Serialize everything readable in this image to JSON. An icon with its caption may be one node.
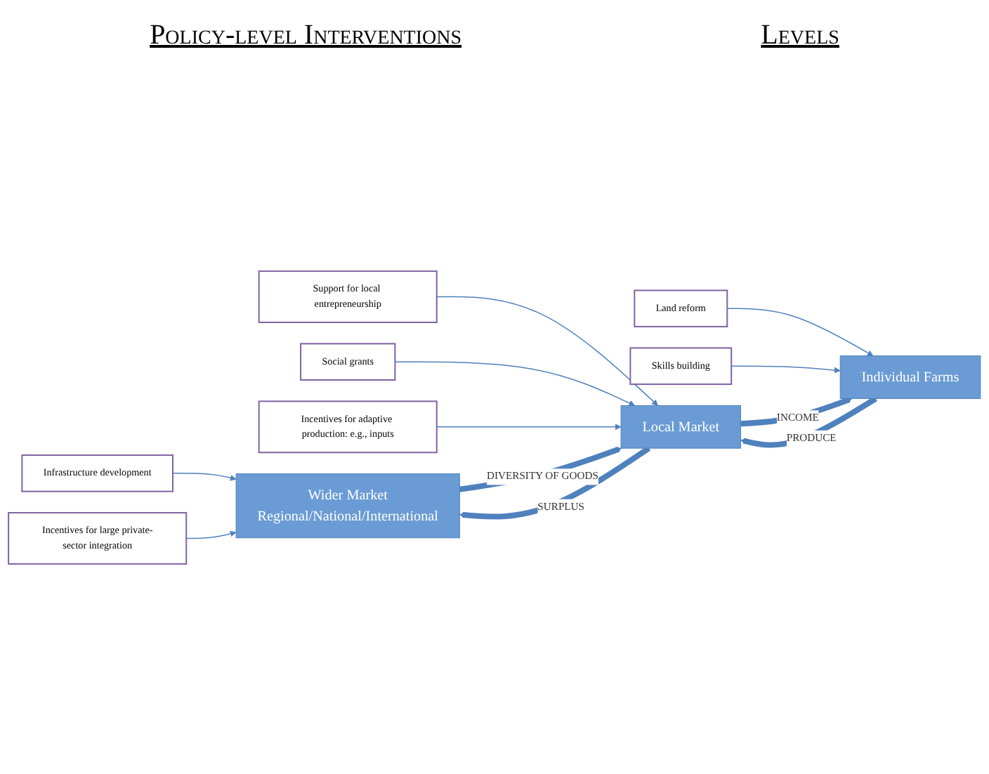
{
  "diagram": {
    "nodes": [
      {
        "text": [
          "Infrastructure development"
        ]
      },
      {
        "text": [
          "Incentives for large private-sector integration"
        ]
      },
      {
        "text": [
          "Support for local entrepreneurship"
        ]
      },
      {
        "text": [
          "Social grants"
        ]
      },
      {
        "text": [
          "Incentives for adaptive production: e.g., inputs"
        ]
      },
      {
        "text": [
          "Land reform"
        ]
      },
      {
        "text": [
          "Skills building"
        ]
      },
      {
        "text": [
          "Wider Market",
          "Regional/National/International"
        ]
      },
      {
        "text": [
          "Local Market"
        ]
      },
      {
        "text": [
          "Individual Farms"
        ]
      }
    ],
    "edges": [
      {
        "from": 0,
        "to": 7,
        "arrow": "to"
      },
      {
        "from": 1,
        "to": 7,
        "arrow": "to"
      },
      {
        "from": 2,
        "to": 8,
        "arrow": "to"
      },
      {
        "from": 3,
        "to": 8,
        "arrow": "to"
      },
      {
        "from": 4,
        "to": 8,
        "arrow": "to"
      },
      {
        "from": 5,
        "to": 9,
        "arrow": "to"
      },
      {
        "from": 6,
        "to": 9,
        "arrow": "to"
      },
      {
        "from": 7,
        "to": 8,
        "arrow": "to",
        "label": "DIVERSITY OF GOODS",
        "style": "thick"
      },
      {
        "from": 8,
        "to": 7,
        "arrow": "to",
        "label": "SURPLUS",
        "style": "thick"
      },
      {
        "from": 8,
        "to": 9,
        "arrow": "to",
        "label": "INCOME",
        "style": "thick"
      },
      {
        "from": 9,
        "to": 8,
        "arrow": "to",
        "label": "PRODUCE",
        "style": "thick"
      }
    ],
    "labels": [
      "Policy-level Interventions",
      "Levels"
    ]
  }
}
